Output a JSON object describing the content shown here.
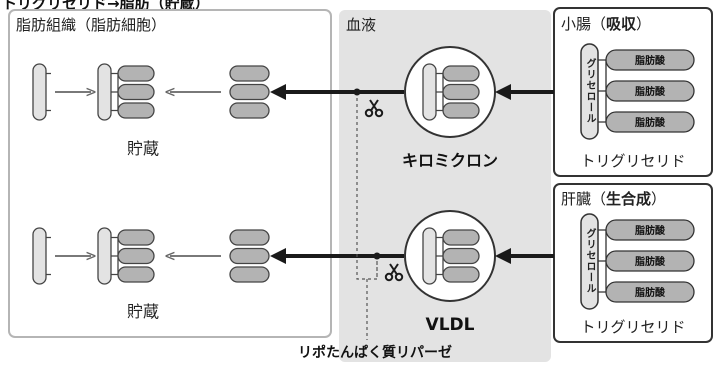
{
  "title": "トリグリセリド→脂肪（貯蔵）",
  "panels": {
    "adipose": {
      "label": "脂肪組織（脂肪細胞）",
      "storage_label": "貯蔵"
    },
    "blood": {
      "label": "血液"
    },
    "intestine": {
      "label": "小腸",
      "process": "吸収",
      "sublabel": "トリグリセリド"
    },
    "liver": {
      "label": "肝臓",
      "process": "生合成",
      "sublabel": "トリグリセリド"
    }
  },
  "molecule": {
    "glycerol_label": "グリセロール",
    "fatty_acid_label": "脂肪酸"
  },
  "particles": {
    "top": "キロミクロン",
    "bottom": "VLDL"
  },
  "enzyme": "リポたんぱく質リパーゼ",
  "colors": {
    "panel_border_light": "#b5b5b5",
    "panel_border_dark": "#333333",
    "blood_fill": "#e3e3e3",
    "oval_fill": "#b3b3b3",
    "glycerol_fill": "#e0e0e0",
    "arrow_dark": "#1a1a1a",
    "arrow_light": "#777777"
  },
  "icons": [
    "scissors-icon",
    "right-arrow-icon",
    "left-arrow-icon"
  ]
}
